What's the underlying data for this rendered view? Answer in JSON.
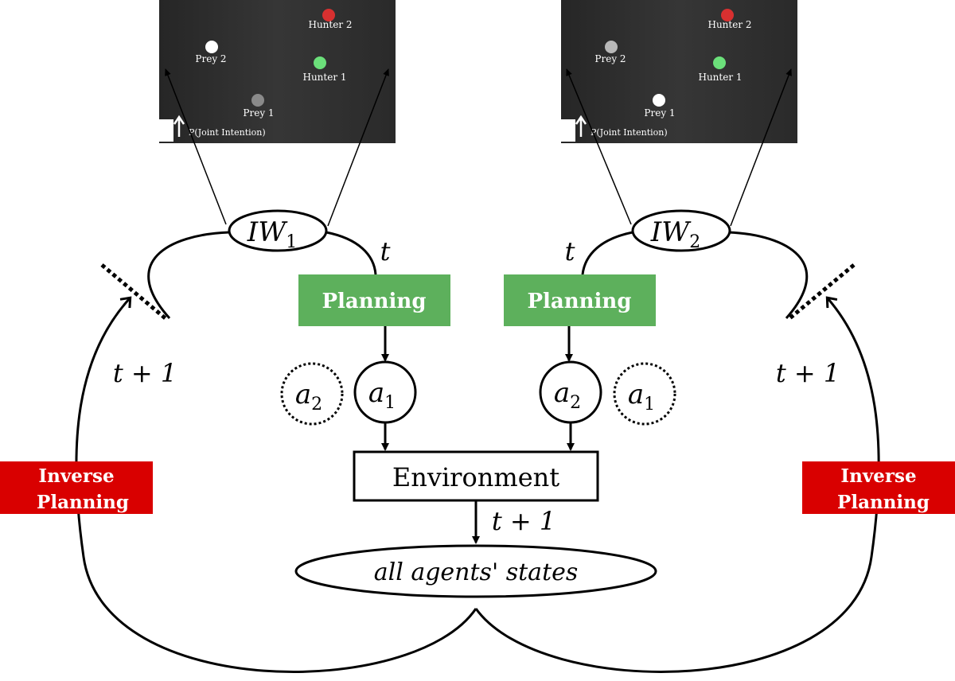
{
  "colors": {
    "planning_green": "#5DB05C",
    "inverse_red": "#D90000",
    "screen_dark": "#2f2f2f",
    "hunter1": "#6BE07A",
    "hunter2": "#D83030",
    "prey_white": "#FFFFFF",
    "prey_gray": "#8A8A8A",
    "prey_lightgray": "#B8B8B8"
  },
  "screens": [
    {
      "hunter2_label": "Hunter 2",
      "prey2_label": "Prey 2",
      "hunter1_label": "Hunter 1",
      "prey1_label": "Prey 1",
      "joint_label": "P(Joint Intention)"
    },
    {
      "hunter2_label": "Hunter 2",
      "prey2_label": "Prey 2",
      "hunter1_label": "Hunter 1",
      "prey1_label": "Prey 1",
      "joint_label": "P(Joint Intention)"
    }
  ],
  "left": {
    "iw": "IW",
    "iw_sub": "1",
    "t_label": "t",
    "planning": "Planning",
    "action_solid": "a",
    "action_solid_sub": "1",
    "action_dotted": "a",
    "action_dotted_sub": "2",
    "t_plus_1": "t + 1",
    "inverse_line1": "Inverse",
    "inverse_line2": "Planning"
  },
  "right": {
    "iw": "IW",
    "iw_sub": "2",
    "t_label": "t",
    "planning": "Planning",
    "action_solid": "a",
    "action_solid_sub": "2",
    "action_dotted": "a",
    "action_dotted_sub": "1",
    "t_plus_1": "t + 1",
    "inverse_line1": "Inverse",
    "inverse_line2": "Planning"
  },
  "center": {
    "environment": "Environment",
    "env_t_plus_1": "t + 1",
    "states": "all agents' states"
  }
}
